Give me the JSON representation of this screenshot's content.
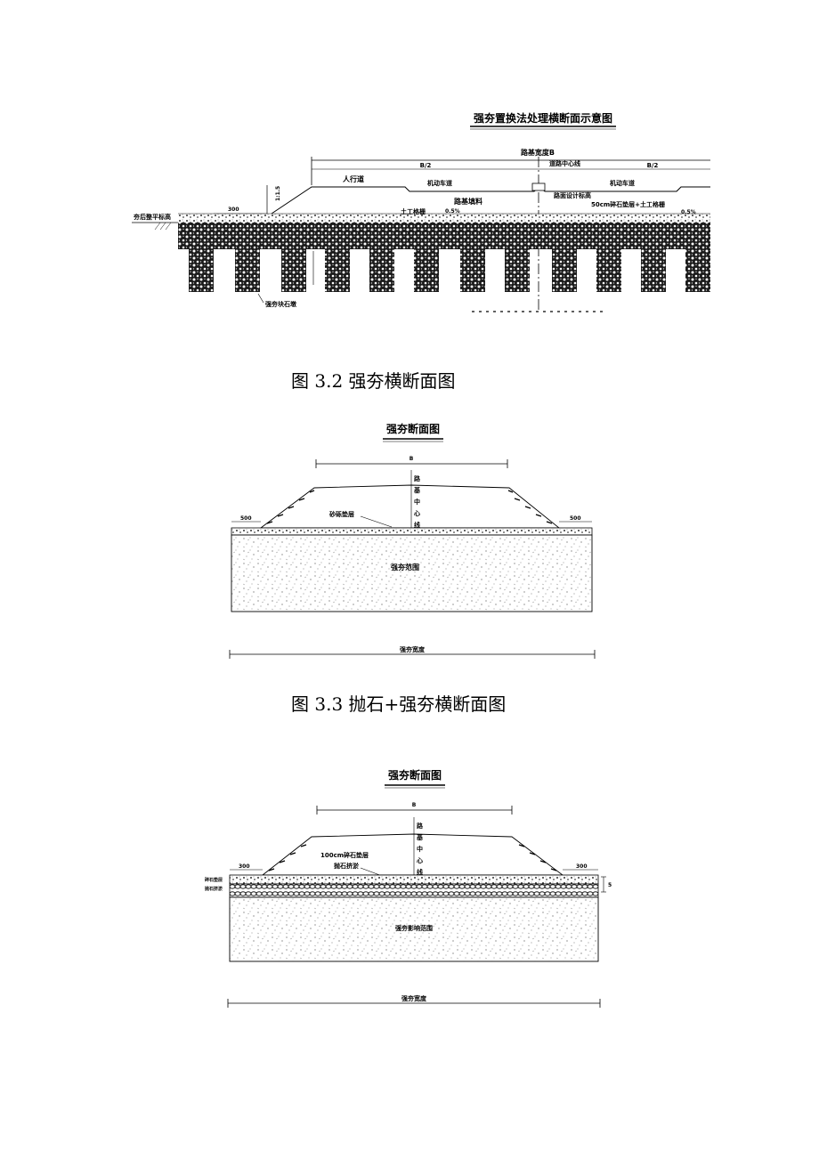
{
  "figures": [
    {
      "drawing_title": "强夯置换法处理横断面示意图",
      "labels": {
        "subgrade_width": "路基宽度B",
        "road_centerline": "道路中心线",
        "half_left": "B/2",
        "half_right": "B/2",
        "sidewalk": "人行道",
        "motor_lane_left": "机动车道",
        "motor_lane_right": "机动车道",
        "fill_material": "路基填料",
        "design_elevation": "路面设计标高",
        "geogrid": "土工格栅",
        "gravel_cushion": "50cm碎石垫层+土工格栅",
        "ground_level": "夯后整平标高",
        "slope_ratio": "1:1.5",
        "berm_width": "300",
        "crossfall_left": "0.5%",
        "crossfall_right": "0.5%",
        "stone_pier": "强夯块石墩"
      },
      "caption": "图 3.2 强夯横断面图"
    },
    {
      "drawing_title": "强夯断面图",
      "labels": {
        "width_b": "B",
        "centerline": "路基中心线",
        "sand_cushion": "砂砾垫层",
        "left_berm": "500",
        "right_berm": "500",
        "compaction_zone": "强夯范围",
        "compaction_width": "强夯宽度"
      },
      "caption": "图 3.3 抛石+强夯横断面图"
    },
    {
      "drawing_title": "强夯断面图",
      "labels": {
        "width_b": "B",
        "centerline": "路基中心线",
        "gravel_cushion": "100cm碎石垫层",
        "riprap": "抛石挤淤",
        "left_berm": "300",
        "right_berm": "300",
        "side_label_top": "碎石垫层",
        "side_label_bottom": "抛石挤淤",
        "depth_mark": "5",
        "influence_zone": "强夯影响范围",
        "compaction_width": "强夯宽度"
      }
    }
  ]
}
